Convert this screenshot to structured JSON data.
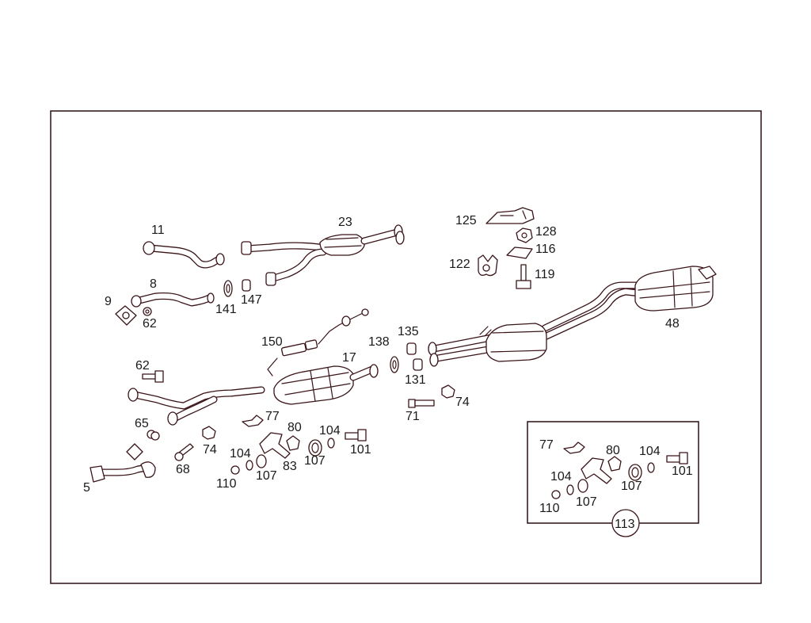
{
  "labels": {
    "p11": "11",
    "p23": "23",
    "p125": "125",
    "p128": "128",
    "p116": "116",
    "p122": "122",
    "p119": "119",
    "p8": "8",
    "p9": "9",
    "p62a": "62",
    "p141": "141",
    "p147": "147",
    "p48": "48",
    "p150": "150",
    "p135": "135",
    "p138": "138",
    "p17": "17",
    "p131": "131",
    "p62b": "62",
    "p65": "65",
    "p77": "77",
    "p80": "80",
    "p104": "104",
    "p101": "101",
    "p74a": "74",
    "p74b": "74",
    "p71": "71",
    "p68": "68",
    "p5": "5",
    "p110": "110",
    "p107a": "107",
    "p104b": "104",
    "p107b": "107",
    "p83": "83",
    "inset": {
      "p77": "77",
      "p80": "80",
      "p104a": "104",
      "p101": "101",
      "p104b": "104",
      "p107a": "107",
      "p110": "110",
      "p107b": "107",
      "p113": "113"
    }
  },
  "colors": {
    "line": "#3a1418",
    "frame": "#2a0f12",
    "text": "#1a1a1a",
    "background": "#ffffff"
  }
}
